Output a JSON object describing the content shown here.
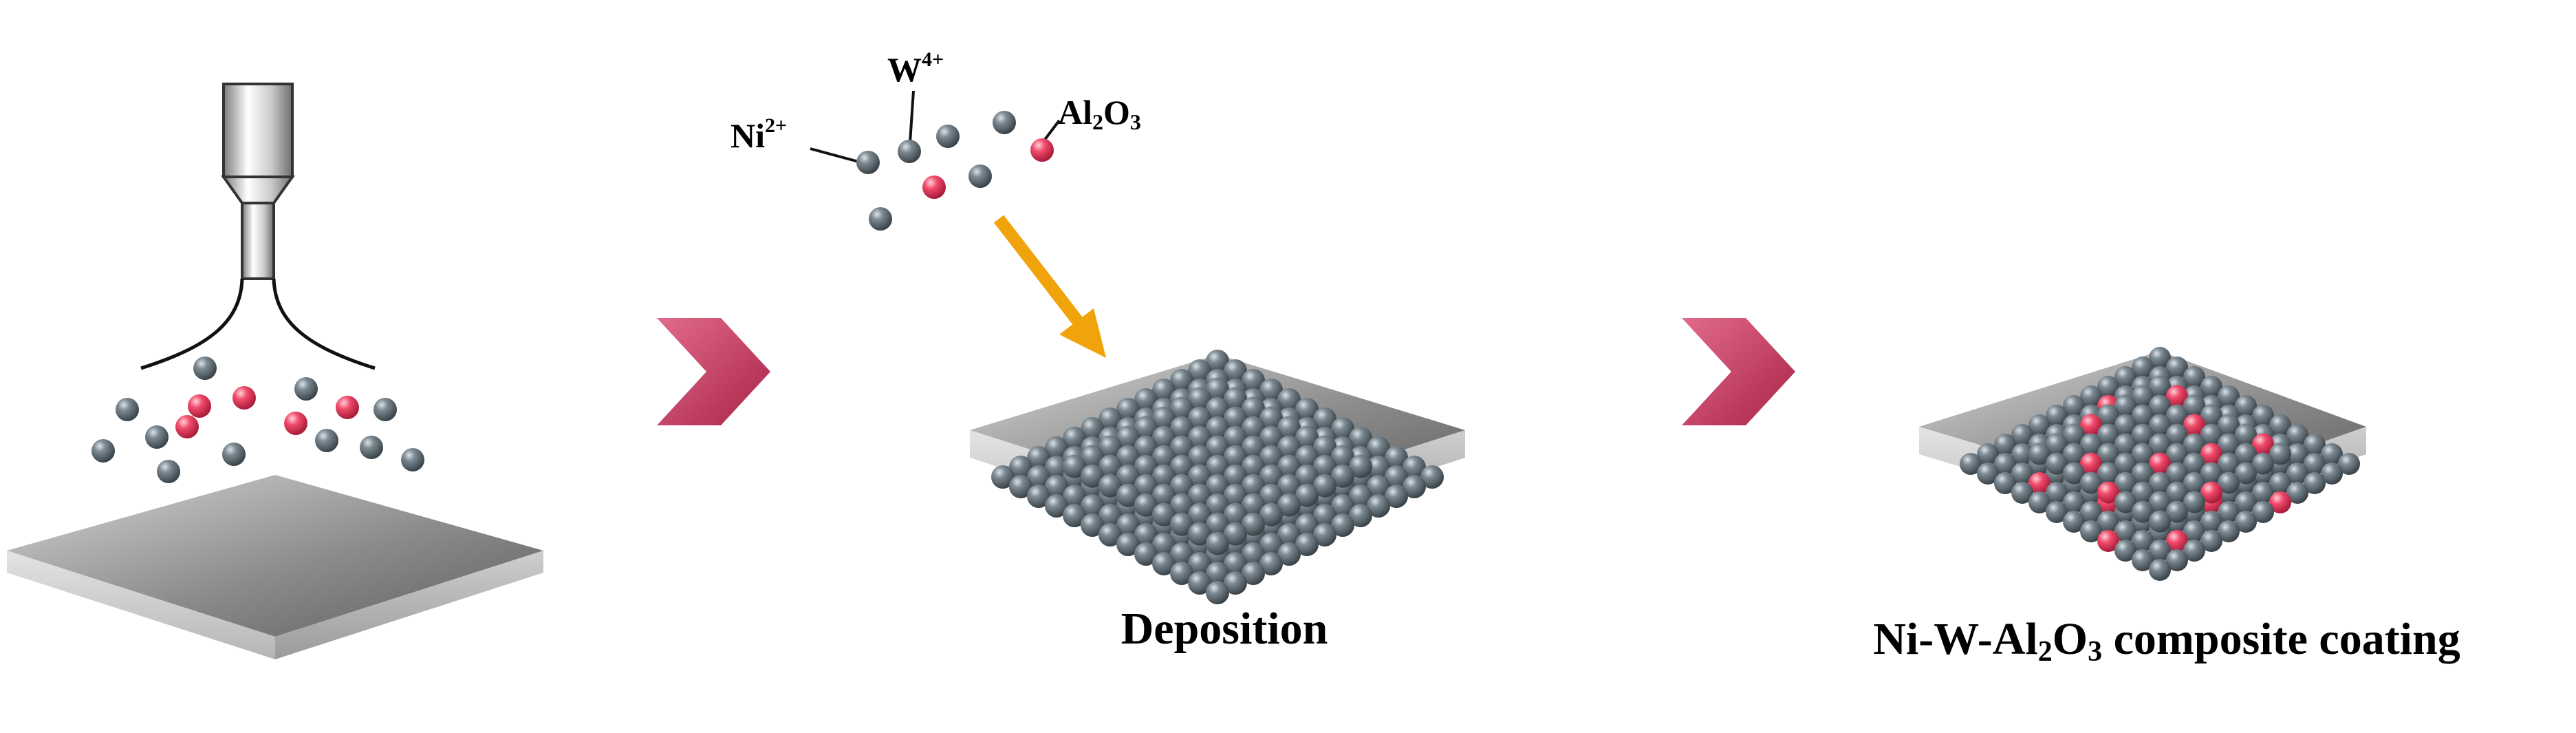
{
  "labels": {
    "ni": "Ni",
    "ni_charge": "2+",
    "w": "W",
    "w_charge": "4+",
    "al2o3_part1": "Al",
    "al2o3_sub1": "2",
    "al2o3_part2": "O",
    "al2o3_sub2": "3",
    "deposition": "Deposition",
    "coating_part1": "Ni-W-Al",
    "coating_sub1": "2",
    "coating_part2": "O",
    "coating_sub2": "3",
    "coating_part3": " composite coating"
  },
  "colors": {
    "metal_particle": "#5f6b73",
    "alumina_particle": "#ef4466",
    "chevron": "#c8375a",
    "deposition_arrow": "#f0a30a",
    "substrate_top": "#a9a9a9",
    "substrate_side": "#cfcfcf"
  }
}
